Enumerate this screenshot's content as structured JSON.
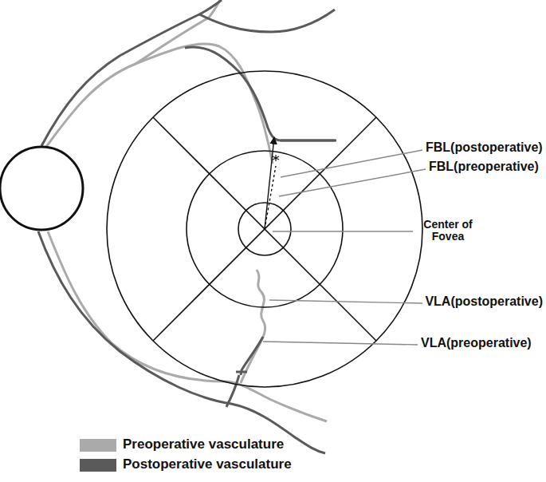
{
  "diagram": {
    "labels": [
      "FBL(postoperative)",
      "FBL(preoperative)",
      "Center of Fovea",
      "VLA(postoperative)",
      "VLA(preoperative)"
    ],
    "legend": [
      {
        "text": "Preoperative vasculature",
        "color": "#aaaaaa"
      },
      {
        "text": "Postoperative vasculature",
        "color": "#5a5a5a"
      }
    ]
  }
}
